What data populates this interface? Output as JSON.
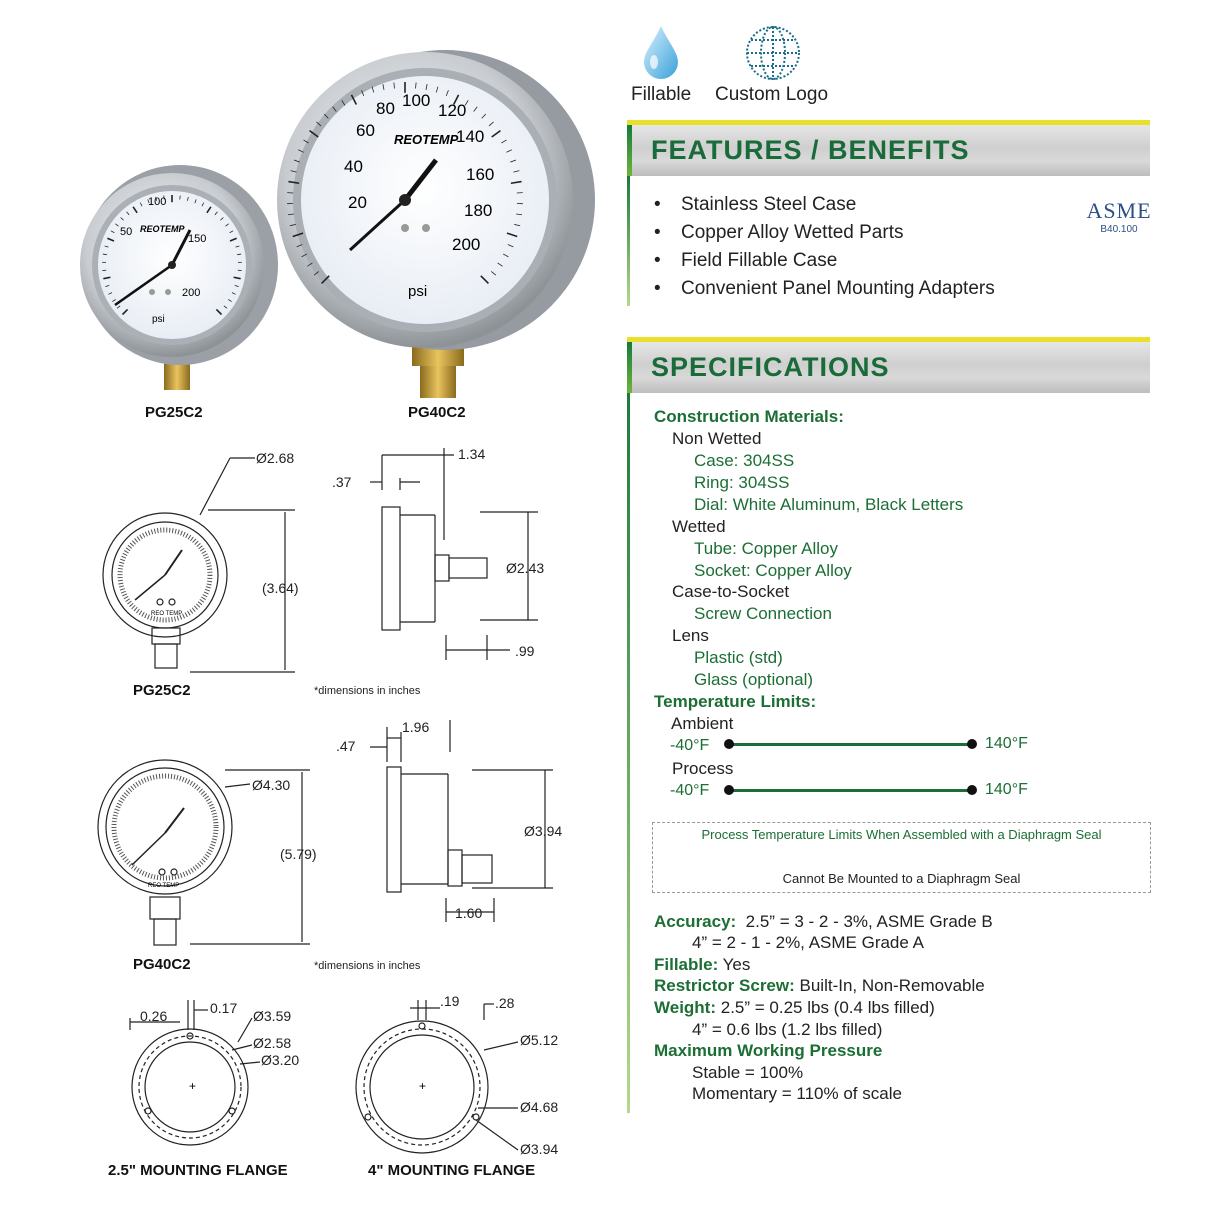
{
  "products": [
    {
      "model": "PG25C2",
      "dial_numbers": [
        "50",
        "100",
        "150",
        "200"
      ],
      "brand": "REOTEMP",
      "unit": "psi"
    },
    {
      "model": "PG40C2",
      "dial_numbers": [
        "20",
        "40",
        "60",
        "80",
        "100",
        "120",
        "140",
        "160",
        "180",
        "200"
      ],
      "brand": "REOTEMP",
      "unit": "psi"
    }
  ],
  "drawing_pg25": {
    "model": "PG25C2",
    "dims": {
      "dia": "Ø2.68",
      "height": "(3.64)",
      "depth": "1.34",
      "lens": ".37",
      "back_dia": "Ø2.43",
      "stem": ".99"
    },
    "brand": "REO TEMP",
    "note": "*dimensions in inches"
  },
  "drawing_pg40": {
    "model": "PG40C2",
    "dims": {
      "dia": "Ø4.30",
      "height": "(5.79)",
      "depth": "1.96",
      "lens": ".47",
      "back_dia": "Ø3.94",
      "stem": "1.60"
    },
    "brand": "REO TEMP",
    "note": "*dimensions in inches"
  },
  "flange_25": {
    "title": "2.5\" MOUNTING FLANGE",
    "dims": [
      "0.26",
      "0.17",
      "Ø3.59",
      "Ø2.58",
      "Ø3.20"
    ]
  },
  "flange_40": {
    "title": "4\" MOUNTING FLANGE",
    "dims": [
      ".19",
      ".28",
      "Ø5.12",
      "Ø4.68",
      "Ø3.94"
    ]
  },
  "icons": [
    {
      "icon": "water-drop-icon",
      "label": "Fillable"
    },
    {
      "icon": "globe-icon",
      "label": "Custom Logo"
    }
  ],
  "features": {
    "title": "FEATURES / BENEFITS",
    "items": [
      "Stainless Steel Case",
      "Copper Alloy Wetted Parts",
      "Field Fillable Case",
      "Convenient Panel Mounting Adapters"
    ],
    "asme": {
      "name": "ASME",
      "code": "B40.100"
    }
  },
  "specs": {
    "title": "SPECIFICATIONS",
    "construction": {
      "heading": "Construction Materials:",
      "non_wetted": "Non Wetted",
      "case": "Case: 304SS",
      "ring": "Ring: 304SS",
      "dial": "Dial: White Aluminum, Black Letters",
      "wetted": "Wetted",
      "tube": "Tube: Copper Alloy",
      "socket": "Socket: Copper Alloy",
      "cts": "Case-to-Socket",
      "screw": "Screw Connection",
      "lens": "Lens",
      "plastic": "Plastic (std)",
      "glass": "Glass (optional)"
    },
    "temperature": {
      "heading": "Temperature Limits:",
      "ambient": "Ambient",
      "ambient_min": "-40°F",
      "ambient_max": "140°F",
      "process": "Process",
      "process_min": "-40°F",
      "process_max": "140°F"
    },
    "seal_box": {
      "line1": "Process Temperature Limits When Assembled with a Diaphragm Seal",
      "line2": "Cannot Be Mounted to a Diaphragm Seal"
    },
    "accuracy": {
      "label": "Accuracy:",
      "v1": "2.5” = 3 - 2 - 3%, ASME Grade B",
      "v2": "4” = 2 - 1 - 2%, ASME Grade A"
    },
    "fillable": {
      "label": "Fillable:",
      "value": "Yes"
    },
    "restrictor": {
      "label": "Restrictor Screw:",
      "value": "Built-In, Non-Removable"
    },
    "weight": {
      "label": "Weight:",
      "v1": "2.5” = 0.25 lbs (0.4 lbs filled)",
      "v2": "4” = 0.6 lbs (1.2 lbs filled)"
    },
    "mwp": {
      "label": "Maximum Working Pressure",
      "v1": "Stable = 100%",
      "v2": "Momentary = 110% of scale"
    }
  },
  "colors": {
    "green": "#1c6e35",
    "yellow": "#e8e02a",
    "steel": "#b8bcc0"
  }
}
